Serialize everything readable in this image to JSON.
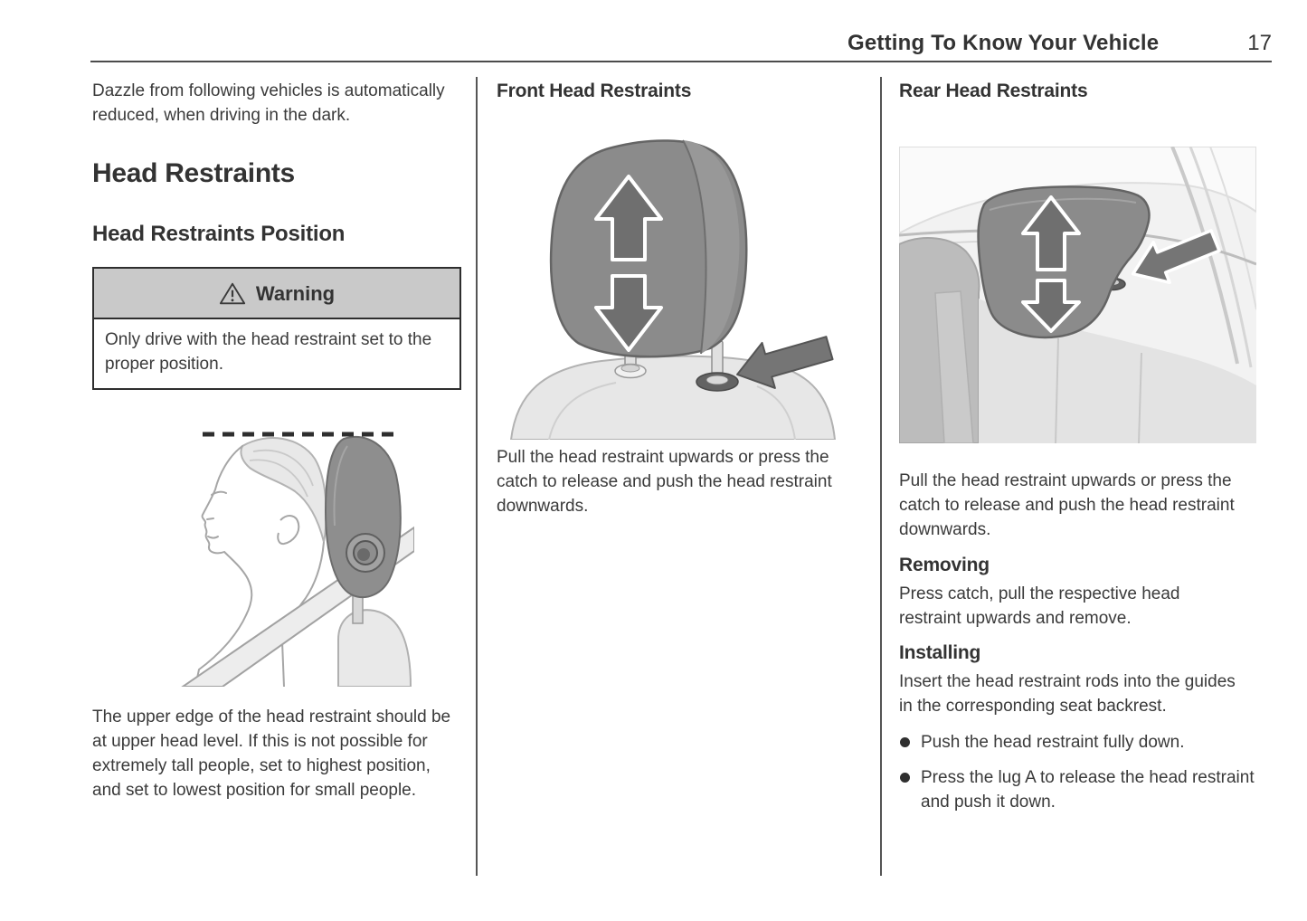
{
  "header": {
    "title": "Getting To Know Your Vehicle",
    "page_number": "17"
  },
  "col1": {
    "intro": "Dazzle from following vehicles is automatically reduced, when driving in the dark.",
    "h1": "Head Restraints",
    "h2": "Head Restraints Position",
    "warning": {
      "label": "Warning",
      "body": "Only drive with the head restraint set to the proper position."
    },
    "body": "The upper edge of the head restraint should be at upper head level. If this is not possible for extremely tall people, set to highest position, and set to lowest position for small people."
  },
  "col2": {
    "title": "Front Head Restraints",
    "body": "Pull the head restraint upwards or press the catch to release and push the head restraint downwards."
  },
  "col3": {
    "title": "Rear Head Restraints",
    "body": "Pull the head restraint upwards or press the catch to release and push the head restraint downwards.",
    "removing_title": "Removing",
    "removing_body": "Press catch, pull the respective head restraint upwards and remove.",
    "installing_title": "Installing",
    "installing_body": "Insert the head restraint rods into the guides in the corresponding seat backrest.",
    "bullets": [
      "Push the head restraint fully down.",
      "Press the lug A to release the head restraint and push it down."
    ]
  },
  "icons": {
    "warning": "warning-triangle-icon",
    "figure_arrows": [
      "up-arrow-icon",
      "down-arrow-icon",
      "catch-pointer-arrow-icon"
    ]
  },
  "colors": {
    "text": "#3a3a3a",
    "warning_header_bg": "#c9c9c9",
    "rule": "#4c4c4c",
    "restraint_gray": "#8b8b8b"
  }
}
